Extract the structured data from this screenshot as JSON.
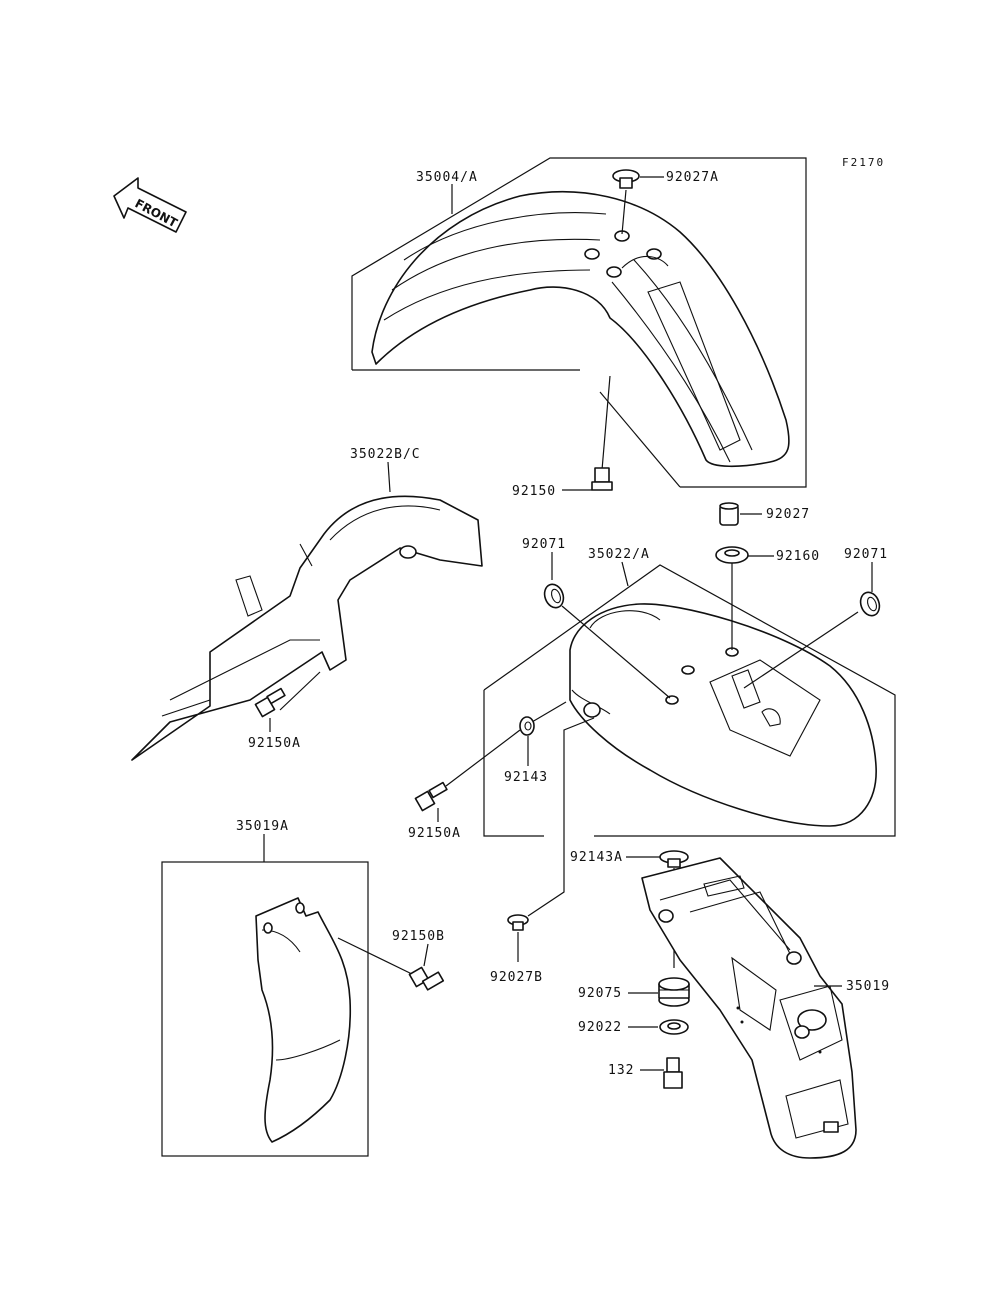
{
  "figure_code": "F2170",
  "front_badge": "FRONT",
  "callouts": {
    "front_fender": "35004/A",
    "front_fender_cap": "92027A",
    "front_fender_bolt": "92150",
    "rear_flap_bc": "35022B/C",
    "flap_bolt_left": "92150A",
    "collar_top": "92027",
    "grommet_left": "92071",
    "rear_fender_a": "35022/A",
    "washer_92160": "92160",
    "grommet_right": "92071",
    "washer_92143": "92143",
    "bolt_mid": "92150A",
    "mud_guard_a": "35019A",
    "bolt_92150b": "92150B",
    "washer_92143a": "92143A",
    "collar_92027b": "92027B",
    "damper_92075": "92075",
    "washer_92022": "92022",
    "bolt_132": "132",
    "rear_fender_bracket": "35019"
  }
}
